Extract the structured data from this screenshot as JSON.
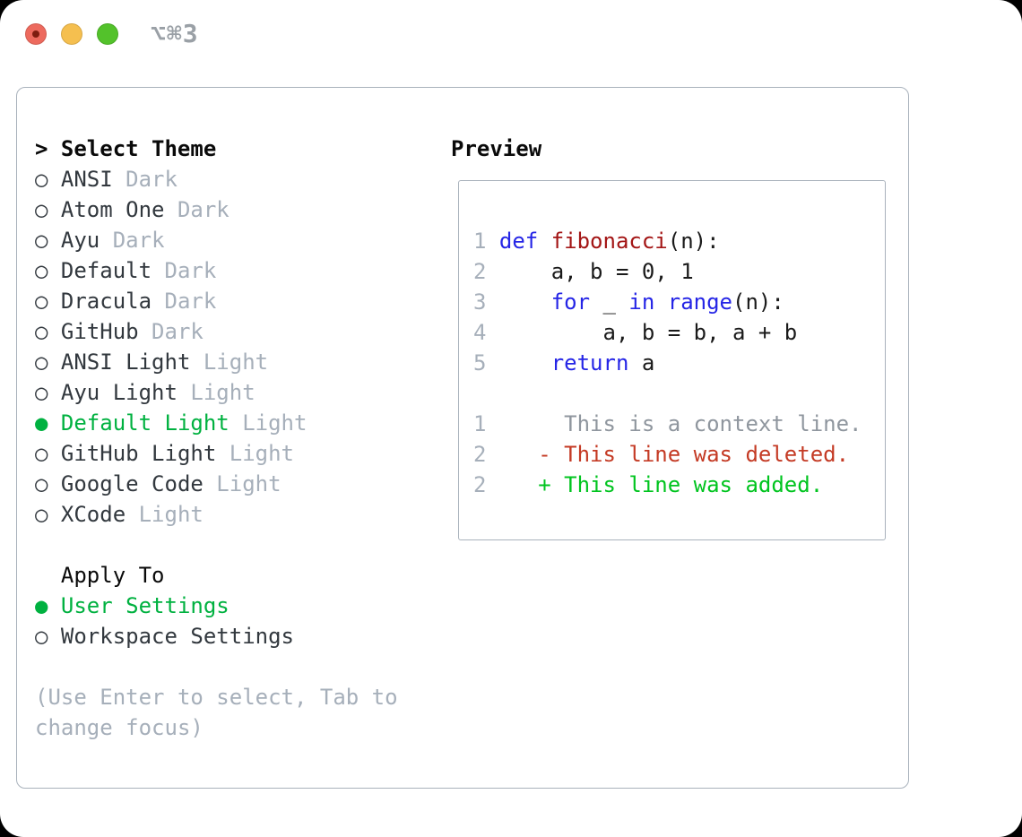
{
  "window": {
    "titlebar": {
      "shortcut_label": "⌥⌘3",
      "traffic_lights": [
        {
          "name": "close-button",
          "color_key": "traffic_red"
        },
        {
          "name": "minimize-button",
          "color_key": "traffic_yellow"
        },
        {
          "name": "zoom-button",
          "color_key": "traffic_green"
        }
      ]
    }
  },
  "theme_selector": {
    "focus_prefix": ">",
    "title": "Select Theme",
    "radio_unselected": "○",
    "radio_selected": "●",
    "themes": [
      {
        "name": "ANSI",
        "variant": "Dark",
        "selected": false
      },
      {
        "name": "Atom One",
        "variant": "Dark",
        "selected": false
      },
      {
        "name": "Ayu",
        "variant": "Dark",
        "selected": false
      },
      {
        "name": "Default",
        "variant": "Dark",
        "selected": false
      },
      {
        "name": "Dracula",
        "variant": "Dark",
        "selected": false
      },
      {
        "name": "GitHub",
        "variant": "Dark",
        "selected": false
      },
      {
        "name": "ANSI Light",
        "variant": "Light",
        "selected": false
      },
      {
        "name": "Ayu Light",
        "variant": "Light",
        "selected": false
      },
      {
        "name": "Default Light",
        "variant": "Light",
        "selected": true
      },
      {
        "name": "GitHub Light",
        "variant": "Light",
        "selected": false
      },
      {
        "name": "Google Code",
        "variant": "Light",
        "selected": false
      },
      {
        "name": "XCode",
        "variant": "Light",
        "selected": false
      }
    ]
  },
  "apply_to": {
    "title": "Apply To",
    "options": [
      {
        "label": "User Settings",
        "selected": true
      },
      {
        "label": "Workspace Settings",
        "selected": false
      }
    ]
  },
  "hint": "(Use Enter to select, Tab to change focus)",
  "preview": {
    "title": "Preview",
    "lines": [
      [],
      [
        {
          "t": "1 ",
          "c": "gutter"
        },
        {
          "t": "def ",
          "c": "keyword"
        },
        {
          "t": "fibonacci",
          "c": "function"
        },
        {
          "t": "(n):",
          "c": "plain"
        }
      ],
      [
        {
          "t": "2 ",
          "c": "gutter"
        },
        {
          "t": "    a, b = 0, 1",
          "c": "plain"
        }
      ],
      [
        {
          "t": "3 ",
          "c": "gutter"
        },
        {
          "t": "    ",
          "c": "plain"
        },
        {
          "t": "for ",
          "c": "keyword"
        },
        {
          "t": "_ ",
          "c": "plain"
        },
        {
          "t": "in range",
          "c": "keyword"
        },
        {
          "t": "(n):",
          "c": "plain"
        }
      ],
      [
        {
          "t": "4 ",
          "c": "gutter"
        },
        {
          "t": "        a, b = b, a + b",
          "c": "plain"
        }
      ],
      [
        {
          "t": "5 ",
          "c": "gutter"
        },
        {
          "t": "    ",
          "c": "plain"
        },
        {
          "t": "return ",
          "c": "keyword"
        },
        {
          "t": "a",
          "c": "plain"
        }
      ],
      [],
      [
        {
          "t": "1 ",
          "c": "gutter"
        },
        {
          "t": "     This is a context line.",
          "c": "context"
        }
      ],
      [
        {
          "t": "2 ",
          "c": "gutter"
        },
        {
          "t": "   - This line was deleted.",
          "c": "deleted"
        }
      ],
      [
        {
          "t": "2 ",
          "c": "gutter"
        },
        {
          "t": "   + This line was added.",
          "c": "added"
        }
      ]
    ]
  },
  "colors": {
    "selected_green": "#00b140",
    "added_green": "#00c41f",
    "deleted_red": "#c43a24",
    "keyword_blue": "#2525e6",
    "function_red": "#a31515",
    "muted_gray": "#a6afba",
    "context_gray": "#8f969e",
    "text_dark": "#32383e",
    "heading_black": "#0a0a0a",
    "panel_border": "#a9b2bc",
    "traffic_red": "#ed6a5e",
    "traffic_yellow": "#f5bf4f",
    "traffic_green": "#53c22b",
    "titlebar_gray": "#9aa0a6"
  }
}
